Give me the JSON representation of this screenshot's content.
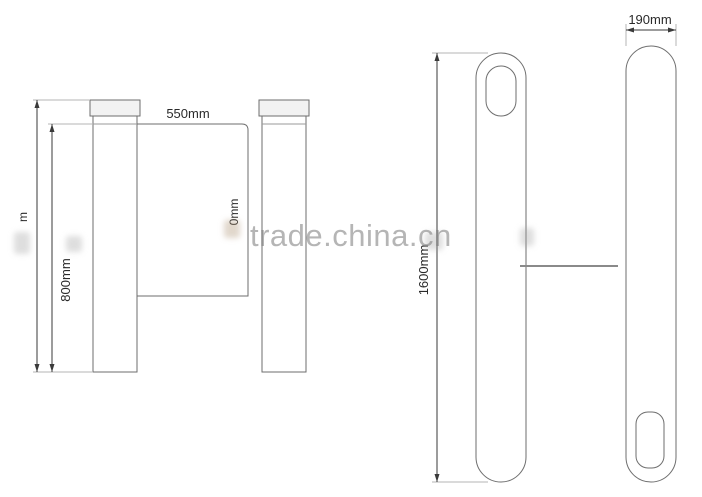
{
  "dimensions": {
    "gap_width": "550mm",
    "gate_height": "800mm",
    "overall_height": "1600mm",
    "post_width": "190mm",
    "left_fragment": "m",
    "inner_fragment": "0mm"
  },
  "watermark": "trade.china.cn",
  "colors": {
    "stroke": "#6e6e6e",
    "dim_line": "#3a3a3a",
    "text": "#2a2a2a"
  }
}
